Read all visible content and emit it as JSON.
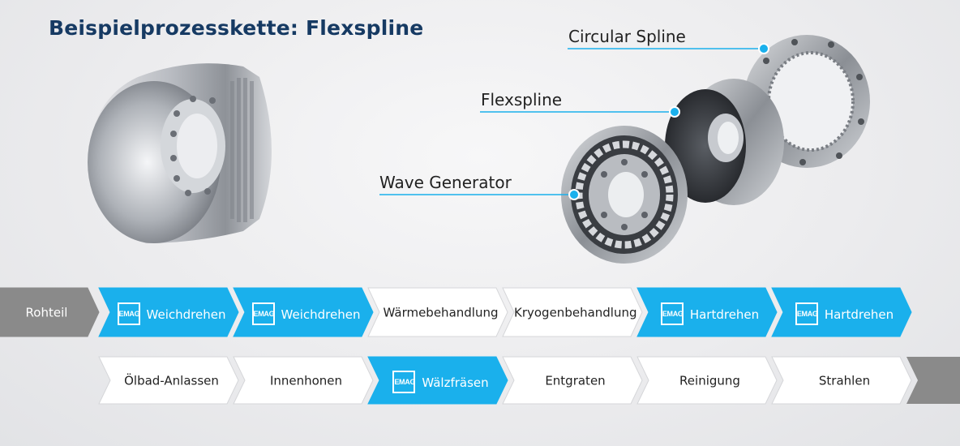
{
  "title": "Beispielprozesskette: Flexspline",
  "labels": {
    "circular_spline": "Circular Spline",
    "flexspline": "Flexspline",
    "wave_generator": "Wave Generator"
  },
  "logo_text": "EMAG",
  "colors": {
    "accent": "#1ab0ec",
    "gray": "#8a8a8a",
    "title": "#163a63"
  },
  "process_row1": [
    {
      "label": "Rohteil",
      "style": "gray",
      "emag": false
    },
    {
      "label": "Weichdrehen",
      "style": "blue",
      "emag": true
    },
    {
      "label": "Weichdrehen",
      "style": "blue",
      "emag": true
    },
    {
      "label": "Wärmebehandlung",
      "style": "white",
      "emag": false
    },
    {
      "label": "Kryogenbehandlung",
      "style": "white",
      "emag": false
    },
    {
      "label": "Hartdrehen",
      "style": "blue",
      "emag": true
    },
    {
      "label": "Hartdrehen",
      "style": "blue",
      "emag": true
    }
  ],
  "process_row2": [
    {
      "label": "Ölbad-Anlassen",
      "style": "white",
      "emag": false
    },
    {
      "label": "Innenhonen",
      "style": "white",
      "emag": false
    },
    {
      "label": "Wälzfräsen",
      "style": "blue",
      "emag": true
    },
    {
      "label": "Entgraten",
      "style": "white",
      "emag": false
    },
    {
      "label": "Reinigung",
      "style": "white",
      "emag": false
    },
    {
      "label": "Strahlen",
      "style": "white",
      "emag": false
    }
  ]
}
